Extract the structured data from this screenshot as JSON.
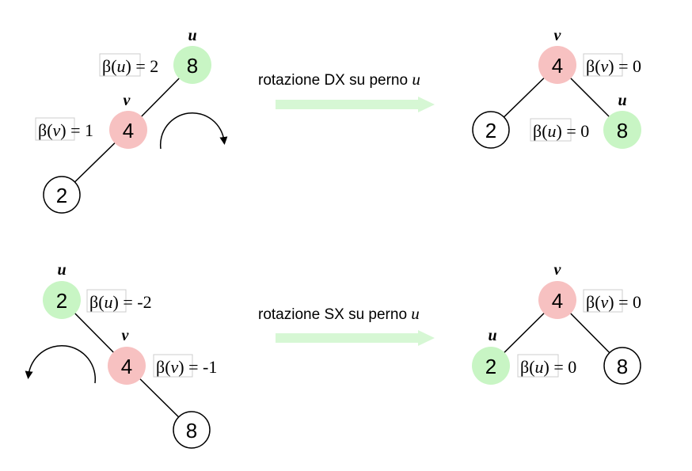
{
  "colors": {
    "green_node": "#c8f5c4",
    "red_node": "#f7c1c1",
    "white_node": "#ffffff",
    "arrow_fill": "#d6f7d4",
    "edge": "#000000"
  },
  "top": {
    "caption_text": "rotazione DX su perno ",
    "caption_var": "u",
    "before": {
      "u_var": "u",
      "v_var": "v",
      "node_u": "8",
      "node_v": "4",
      "node_leaf": "2",
      "balance_u": {
        "beta": "β(",
        "var": "u",
        "close": ")",
        "value": " = 2"
      },
      "balance_v": {
        "beta": "β(",
        "var": "v",
        "close": ")",
        "value": " = 1"
      },
      "rotation_direction": "clockwise"
    },
    "after": {
      "v_var": "v",
      "u_var": "u",
      "node_root": "4",
      "node_left": "2",
      "node_right": "8",
      "balance_v": {
        "beta": "β(",
        "var": "v",
        "close": ")",
        "value": " = 0"
      },
      "balance_u": {
        "beta": "β(",
        "var": "u",
        "close": ")",
        "value": " = 0"
      }
    }
  },
  "bottom": {
    "caption_text": "rotazione SX su perno ",
    "caption_var": "u",
    "before": {
      "u_var": "u",
      "v_var": "v",
      "node_u": "2",
      "node_v": "4",
      "node_leaf": "8",
      "balance_u": {
        "beta": "β(",
        "var": "u",
        "close": ")",
        "value": " = -2"
      },
      "balance_v": {
        "beta": "β(",
        "var": "v",
        "close": ")",
        "value": " = -1"
      },
      "rotation_direction": "counterclockwise"
    },
    "after": {
      "v_var": "v",
      "u_var": "u",
      "node_root": "4",
      "node_left": "2",
      "node_right": "8",
      "balance_v": {
        "beta": "β(",
        "var": "v",
        "close": ")",
        "value": " = 0"
      },
      "balance_u": {
        "beta": "β(",
        "var": "u",
        "close": ")",
        "value": " = 0"
      }
    }
  }
}
